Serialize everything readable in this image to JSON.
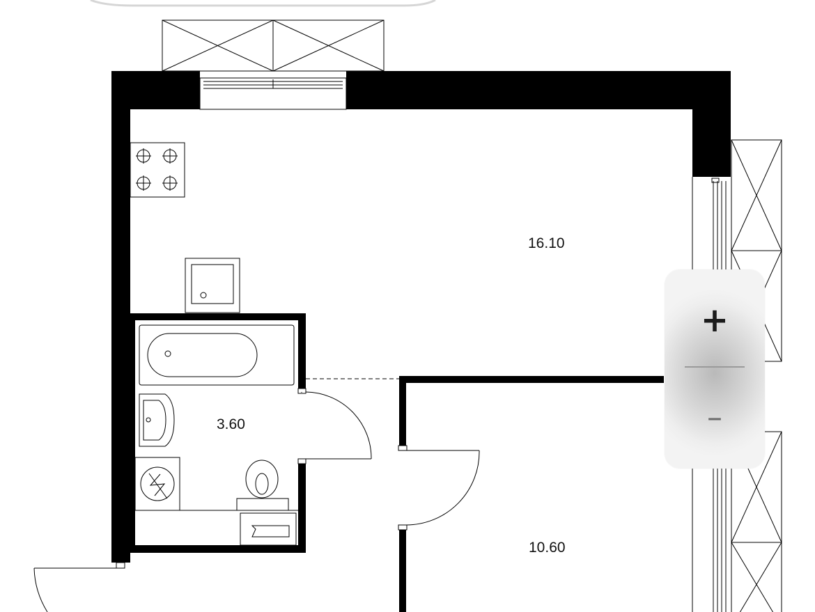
{
  "rooms": [
    {
      "id": "living-kitchen",
      "area": "16.10"
    },
    {
      "id": "bathroom",
      "area": "3.60"
    },
    {
      "id": "bedroom",
      "area": "10.60"
    }
  ],
  "zoom": {
    "in_symbol": "+",
    "out_symbol": "–",
    "in_icon": "plus-icon",
    "out_icon": "minus-icon"
  },
  "colors": {
    "wall": "#000000",
    "line": "#000000",
    "background": "#ffffff"
  }
}
